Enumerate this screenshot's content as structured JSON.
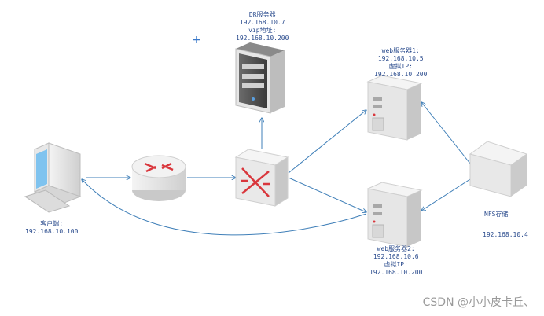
{
  "nodes": {
    "dr_server": {
      "lines": [
        "DR服务器",
        "192.168.10.7",
        "vip地址:",
        "192.168.10.200"
      ]
    },
    "web1": {
      "lines": [
        "web服务器1:",
        "192.168.10.5",
        "虚拟IP:",
        "192.168.10.200"
      ]
    },
    "web2": {
      "lines": [
        "web服务器2:",
        "192.168.10.6",
        "虚拟IP:",
        "192.168.10.200"
      ]
    },
    "client": {
      "lines": [
        "客户端:",
        "192.168.10.100"
      ]
    },
    "nfs": {
      "name": "NFS存储",
      "ip": "192.168.10.4"
    }
  },
  "watermark": "CSDN @小小皮卡丘、",
  "colors": {
    "link": "#3f7fb8",
    "label": "#2a4b8d",
    "router_arrow": "#d9373d"
  }
}
